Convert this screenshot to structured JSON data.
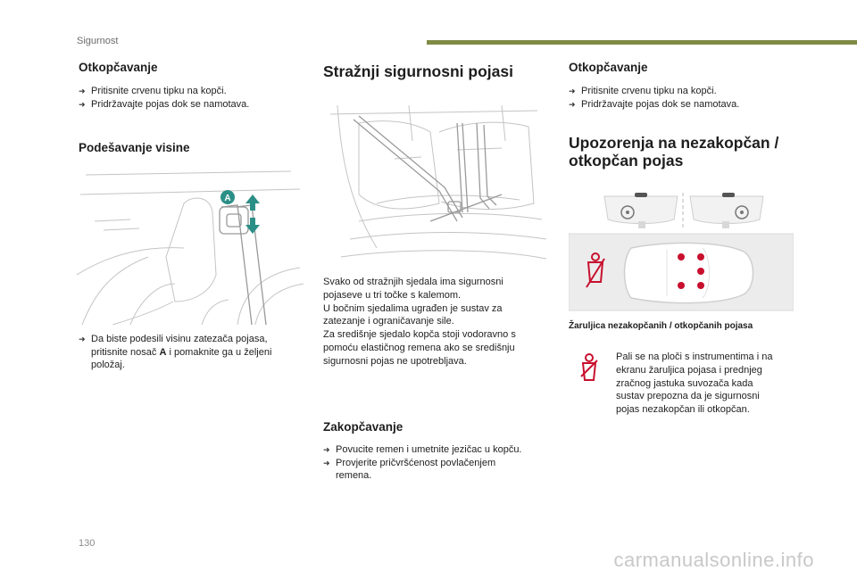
{
  "header": {
    "section": "Sigurnost",
    "accent_color": "#7f8b45"
  },
  "page_number": "130",
  "watermark": "carmanualsonline.info",
  "col1": {
    "unbuckle_title": "Otkopčavanje",
    "unbuckle_steps": [
      "Pritisnite crvenu tipku na kopči.",
      "Pridržavajte pojas dok se namotava."
    ],
    "height_title": "Podešavanje visine",
    "marker_label": "A",
    "height_step": {
      "line1": "Da biste podesili visinu zatezača pojasa,",
      "pre": "pritisnite nosač ",
      "bold": "A",
      "post": " i pomaknite ga u željeni",
      "line3": "položaj."
    }
  },
  "col2": {
    "title": "Stražnji sigurnosni pojasi",
    "description": [
      "Svako od stražnjih sjedala ima sigurnosni",
      "pojaseve u tri točke s kalemom.",
      "U bočnim sjedalima ugrađen je sustav za",
      "zatezanje i ograničavanje sile.",
      "Za središnje sjedalo kopča stoji vodoravno s",
      "pomoću elastičnog remena ako se središnju",
      "sigurnosni pojas ne upotrebljava."
    ],
    "buckle_title": "Zakopčavanje",
    "buckle_steps": [
      {
        "lines": [
          "Povucite remen i umetnite jezičac u kopču."
        ]
      },
      {
        "lines": [
          "Provjerite pričvršćenost povlačenjem",
          "remena."
        ]
      }
    ]
  },
  "col3": {
    "unbuckle_title": "Otkopčavanje",
    "unbuckle_steps": [
      "Pritisnite crvenu tipku na kopči.",
      "Pridržavajte pojas dok se namotava."
    ],
    "warning_title_lines": [
      "Upozorenja na nezakopčan /",
      "otkopčan pojas"
    ],
    "warning_caption": "Žaruljica nezakopčanih / otkopčanih pojasa",
    "warning_text": [
      "Pali se na ploči s instrumentima i na",
      "ekranu žaruljica pojasa i prednjeg",
      "zračnog jastuka suvozača kada",
      "sustav prepozna da je sigurnosni",
      "pojas nezakopčan ili otkopčan."
    ],
    "warning_color": "#c8102e"
  }
}
